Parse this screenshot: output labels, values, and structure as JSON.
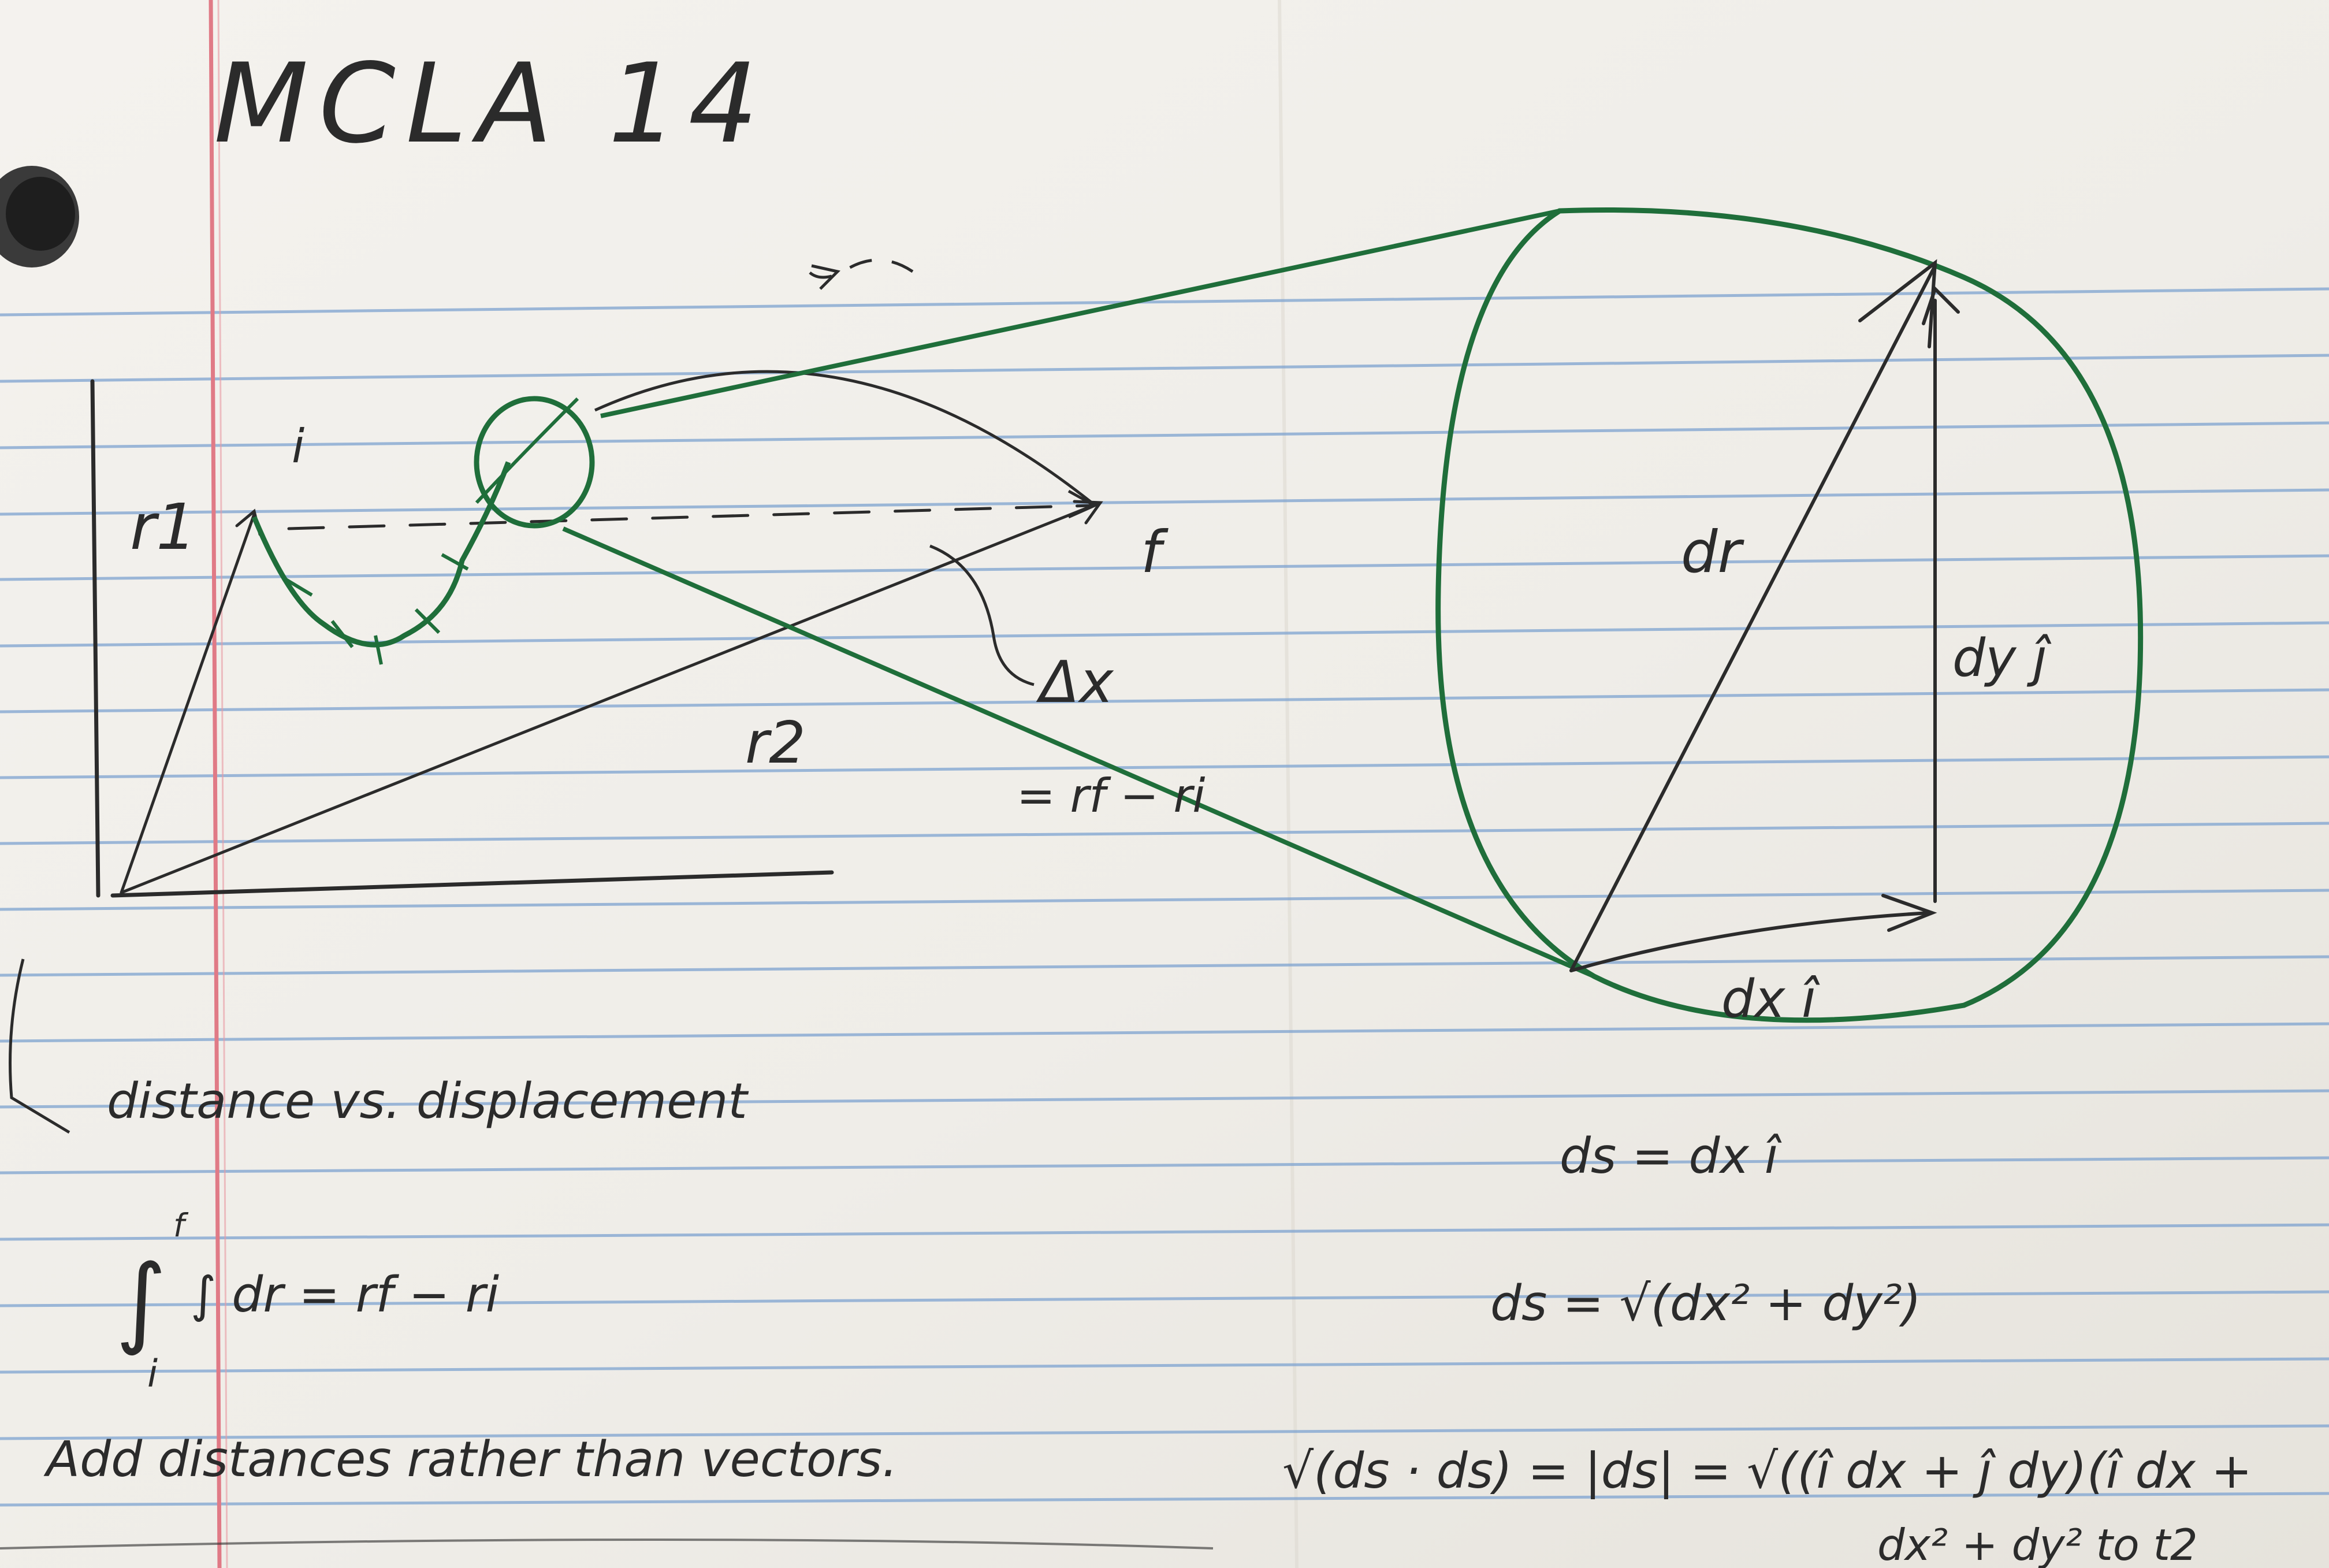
{
  "notes": {
    "title": "MCLA 14",
    "r1_label": "r1",
    "i_label": "i",
    "f_label": "f",
    "r2_label": "r2",
    "delta_x_label": "Δx",
    "delta_x_eq": "= rf − ri",
    "dr_label": "dr",
    "dyj_label": "dy ĵ",
    "dxi_label": "dx î",
    "distance_note": "distance vs. displacement",
    "ds_eq1": "ds = dx î",
    "ds_eq2": "ds = √(dx² + dy²)",
    "integral_eq": "∫ dr = rf − ri",
    "integral_lower": "i",
    "integral_upper": "f",
    "add_distances": "Add distances rather than vectors.",
    "ds_dot": "√(ds · ds) = |ds| = √((î dx + ĵ dy)(î dx +",
    "bottom_fragment": "dx² + dy² to t2"
  },
  "colors": {
    "paper": "#f1efea",
    "rule_line": "#6f97c8",
    "margin_line": "#e07a86",
    "ink": "#2b2b2b",
    "green_ink": "#1f6e3a"
  }
}
